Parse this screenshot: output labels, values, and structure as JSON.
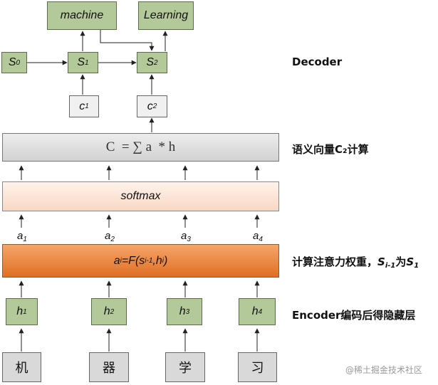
{
  "decoder": {
    "outputs": [
      "machine",
      "Learning"
    ],
    "s0": {
      "base": "S",
      "sub": "0"
    },
    "s1": {
      "base": "S",
      "sub": "1"
    },
    "s2": {
      "base": "S",
      "sub": "2"
    },
    "c1": {
      "base": "c",
      "sub": "1"
    },
    "c2": {
      "base": "c",
      "sub": "2"
    }
  },
  "context_formula": "C  = ∑ a  * h",
  "softmax_label": "softmax",
  "attention_weights": [
    {
      "base": "a",
      "sub": "1"
    },
    {
      "base": "a",
      "sub": "2"
    },
    {
      "base": "a",
      "sub": "3"
    },
    {
      "base": "a",
      "sub": "4"
    }
  ],
  "score_formula": {
    "lhs_base": "a",
    "lhs_sub": "i",
    "rhs": "=F(s",
    "rhs_sub": "i-1",
    "rhs_mid": ",h",
    "rhs_sub2": "i",
    "rhs_end": ")"
  },
  "hidden_states": [
    {
      "base": "h",
      "sub": "1"
    },
    {
      "base": "h",
      "sub": "2"
    },
    {
      "base": "h",
      "sub": "3"
    },
    {
      "base": "h",
      "sub": "4"
    }
  ],
  "inputs": [
    "机",
    "器",
    "学",
    "习"
  ],
  "labels": {
    "decoder": "Decoder",
    "context": "语义向量C₂计算",
    "attention_pre": "计算注意力权重，",
    "attention_s_base": "S",
    "attention_s_sub": "i-1",
    "attention_mid": "为",
    "attention_s2_base": "S",
    "attention_s2_sub": "1",
    "encoder": "Encoder编码后得隐藏层"
  },
  "watermark": "@稀土掘金技术社区",
  "colors": {
    "green": "#b4c99a",
    "orange": "#e06f22",
    "peach": "#f8d7c3",
    "gray": "#d9d9d9"
  }
}
